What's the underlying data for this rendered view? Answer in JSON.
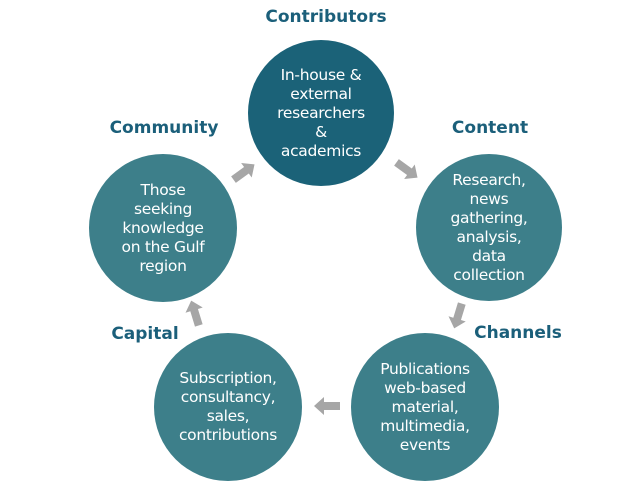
{
  "colors": {
    "primary_node": "#1b6278",
    "secondary_node": "#3d7f8a",
    "label": "#1b5f7a",
    "arrow": "#a6a6a6"
  },
  "cycle": [
    {
      "id": "contributors",
      "title": "Contributors",
      "text": "In-house &\nexternal\nresearchers\n&\nacademics",
      "emphasis": true
    },
    {
      "id": "content",
      "title": "Content",
      "text": "Research,\nnews\ngathering,\nanalysis,\ndata\ncollection",
      "emphasis": false
    },
    {
      "id": "channels",
      "title": "Channels",
      "text": "Publications\nweb-based\nmaterial,\nmultimedia,\nevents",
      "emphasis": false
    },
    {
      "id": "capital",
      "title": "Capital",
      "text": "Subscription,\nconsultancy,\nsales,\ncontributions",
      "emphasis": false
    },
    {
      "id": "community",
      "title": "Community",
      "text": "Those\nseeking\nknowledge\non the Gulf\nregion",
      "emphasis": false
    }
  ],
  "arrows": [
    {
      "from": "contributors",
      "to": "content"
    },
    {
      "from": "content",
      "to": "channels"
    },
    {
      "from": "channels",
      "to": "capital"
    },
    {
      "from": "capital",
      "to": "community"
    },
    {
      "from": "community",
      "to": "contributors"
    }
  ]
}
